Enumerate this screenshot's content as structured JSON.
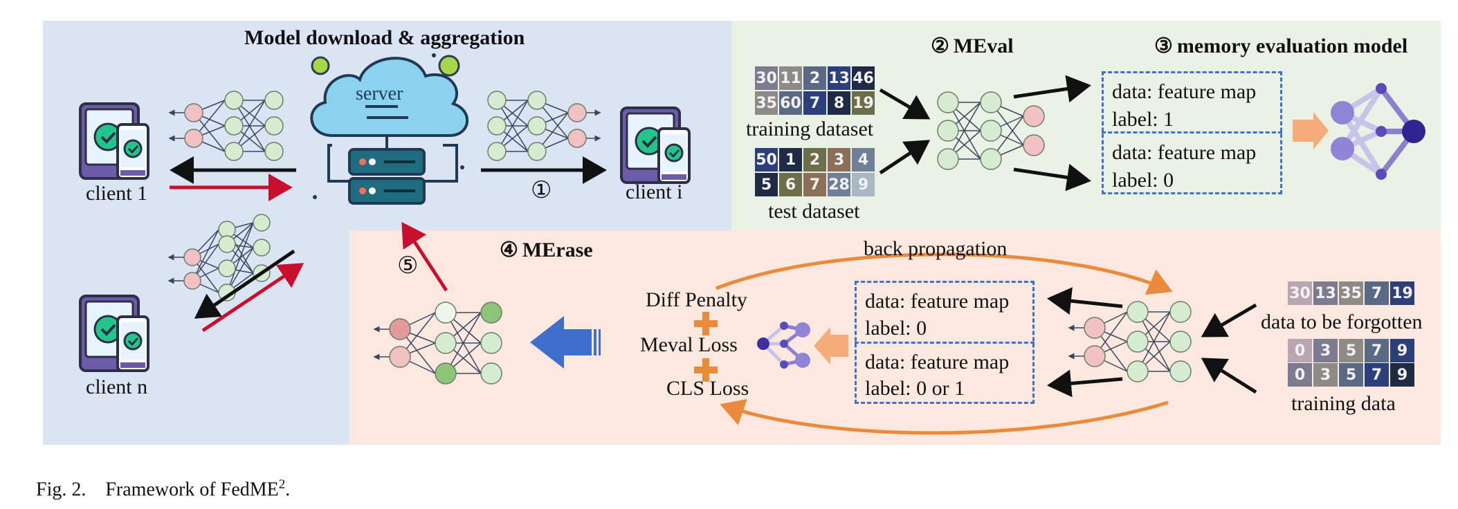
{
  "title": "Model download & aggregation",
  "server_label": "server",
  "clients": {
    "client1": "client 1",
    "clienti": "client i",
    "clientn": "client n"
  },
  "steps": {
    "s1": "①",
    "s2": "②",
    "s3": "③",
    "s4": "④",
    "s5": "⑤"
  },
  "meval": {
    "title": "MEval",
    "training_dataset": "training dataset",
    "test_dataset": "test dataset",
    "box1_line1": "data: feature map",
    "box1_line2": "label: 1",
    "box2_line1": "data: feature map",
    "box2_line2": "label: 0",
    "model_title": "memory evaluation model"
  },
  "merase": {
    "title": "MErase",
    "back_propagation": "back propagation",
    "diff_penalty": "Diff Penalty",
    "meval_loss": "Meval Loss",
    "cls_loss": "CLS Loss",
    "box1_line1": "data: feature map",
    "box1_line2": "label: 0",
    "box2_line1": "data: feature map",
    "box2_line2": "label: 0 or 1",
    "forget_label": "data to be forgotten",
    "training_label": "training data"
  },
  "caption": {
    "fig": "Fig. 2.",
    "text": "Framework of FedME",
    "sup": "2",
    "end": "."
  },
  "thumbs": {
    "train_top": [
      "30",
      "11",
      "2",
      "13",
      "46"
    ],
    "train_bottom": [
      "35",
      "60",
      "7",
      "8",
      "19"
    ],
    "test_top": [
      "50",
      "1",
      "2",
      "3",
      "4"
    ],
    "test_bottom": [
      "5",
      "6",
      "7",
      "28",
      "9"
    ],
    "forget": [
      "30",
      "13",
      "35",
      "7",
      "19"
    ],
    "tr_top": [
      "0",
      "3",
      "5",
      "7",
      "9"
    ],
    "tr_bottom": [
      "0",
      "3",
      "5",
      "7",
      "9"
    ]
  },
  "colors": {
    "blue_panel": "#dbe4f3",
    "green_panel": "#e9f2e5",
    "peach_panel": "#fbe9df",
    "red_arrow": "#c8102e",
    "orange": "#ec8a3b",
    "dashed_box": "#3f6fcf",
    "node_green": "#d6ecd0",
    "node_pink": "#f2c2c2",
    "purple": "#4b3ba6"
  },
  "icons": [
    "tablet-phone-icon",
    "cloud-server-icon",
    "neural-network-icon",
    "memory-model-icon",
    "block-arrow-icon"
  ]
}
